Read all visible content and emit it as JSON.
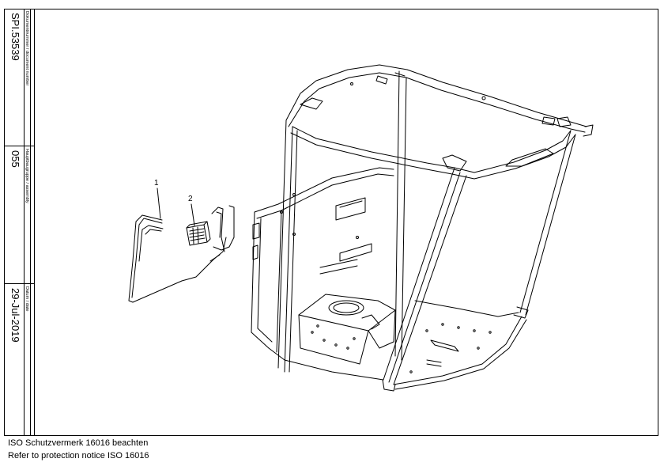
{
  "title_block": {
    "doc_number_label": "Dokumentnummer / document number",
    "doc_number": "SPI.53539",
    "assembly_label": "Hauptbaugruppe / assembly",
    "assembly": "055",
    "date_label": "Datum / date",
    "date": "29-Jul-2019"
  },
  "callouts": {
    "item1": "1",
    "item2": "2"
  },
  "footer": {
    "line1": "ISO Schutzvermerk 16016 beachten",
    "line2": "Refer to protection notice ISO 16016"
  }
}
